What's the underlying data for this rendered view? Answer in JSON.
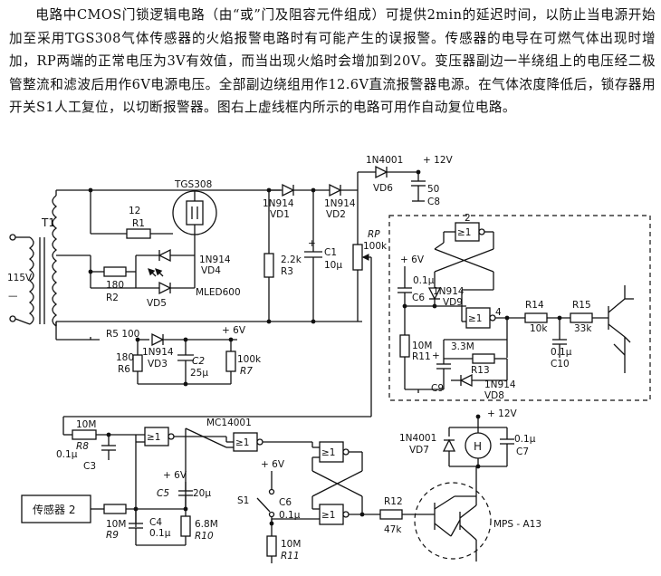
{
  "text": {
    "paragraph": "电路中CMOS门锁逻辑电路（由“或”门及阻容元件组成）可提供2min的延迟时间，以防止当电源开始加至采用TGS308气体传感器的火焰报警电路时有可能产生的误报警。传感器的电导在可燃气体出现时增加，RP两端的正常电压为3V有效值，而当出现火焰时会增加到20V。变压器副边一半绕组上的电压经二极管整流和滤波后用作6V电源电压。全部副边绕组用作12.6V直流报警器电源。在气体浓度降低后，锁存器用开关S1人工复位，以切断报警器。图右上虚线框内所示的电路可用作自动复位电路。"
  },
  "labels": {
    "d_1n4001_top": "1N4001",
    "v12_top": "+ 12V",
    "vd6": "VD6",
    "c8_val": "50",
    "c8": "C8",
    "tgs308": "TGS308",
    "r1_val": "12",
    "r1": "R1",
    "vd1_type": "1N914",
    "vd1": "VD1",
    "vd2_type": "1N914",
    "vd2": "VD2",
    "rp": "RP",
    "rp_val": "100k",
    "t1": "T1",
    "v115": "115V",
    "r3_val": "2.2k",
    "r3": "R3",
    "c1": "C1",
    "c1_val": "10μ",
    "vd4_type": "1N914",
    "vd4": "VD4",
    "r2_val": "180",
    "r2": "R2",
    "mled": "MLED600",
    "vd5": "VD5",
    "r5_val": "R5 100",
    "v6_mid": "+ 6V",
    "r6_val": "180",
    "r6": "R6",
    "vd3_type": "1N914",
    "vd3": "VD3",
    "c2": "C2",
    "c2_val": "25μ",
    "r7_val": "100k",
    "r7": "R7",
    "v6_box": "+ 6V",
    "c6_val_box": "0.1μ",
    "c6_box": "C6",
    "vd9_type": "1N914",
    "vd9": "VD9",
    "pin2": "2",
    "pin4": "4",
    "r14": "R14",
    "r14_val": "10k",
    "r15": "R15",
    "r15_val": "33k",
    "r11_box_val": "10M",
    "r11_box": "R11",
    "r13_val": "3.3M",
    "r13": "R13",
    "c10_val": "0.1μ",
    "c10": "C10",
    "c9": "C9",
    "vd8_type": "1N914",
    "vd8": "VD8",
    "r8_val": "10M",
    "r8": "R8",
    "mc14001": "MC14001",
    "c3_val": "0.1μ",
    "c3": "C3",
    "d_1n4001_bot": "1N4001",
    "vd7": "VD7",
    "v12_bot": "+ 12V",
    "horn": "H",
    "c7_val": "0.1μ",
    "c7": "C7",
    "v6_c5": "+ 6V",
    "c5": "C5",
    "c5_val": "20μ",
    "v6_s1": "+ 6V",
    "s1": "S1",
    "c6": "C6",
    "c6_val": "0.1μ",
    "sensor2": "传感器 2",
    "r9_val": "10M",
    "r9": "R9",
    "c4": "C4",
    "c4_val": "0.1μ",
    "r10_val": "6.8M",
    "r10": "R10",
    "r11_val": "10M",
    "r11": "R11",
    "r12": "R12",
    "r12_val": "47k",
    "mps": "MPS - A13",
    "gate_sym": "≥1"
  }
}
